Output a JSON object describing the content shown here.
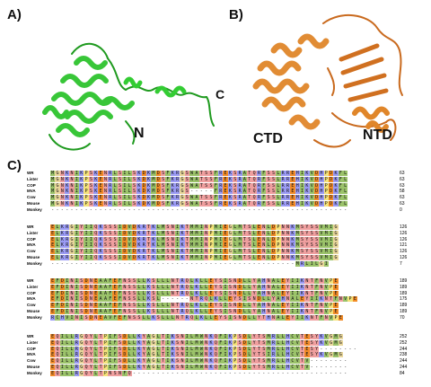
{
  "panels": {
    "a": {
      "letter": "A)",
      "labels": {
        "n": "N",
        "c": "C"
      }
    },
    "b": {
      "letter": "B)",
      "labels": {
        "ctd": "CTD",
        "ntd": "NTD"
      }
    },
    "c": {
      "letter": "C)"
    }
  },
  "colors": {
    "helix_a": "#33cc33",
    "helix_b": "#e0862a",
    "aa": {
      "hydrophobic": "#9bc36a",
      "polar": "#ef9f9f",
      "positive": "#9b9bf5",
      "negative": "#f28c28",
      "special": "#f4e27a",
      "gly": "#e9d79c",
      "gap": "#ffffff"
    }
  },
  "alignment": {
    "blocks": [
      {
        "rows": [
          {
            "name": "WR",
            "seq": "MGNKNIKPSKENRLSILSKDKMDSFKRGSWATSSFREKSRATQRFSSLRREHIKVDHPDKFL",
            "end": "63"
          },
          {
            "name": "Lister",
            "seq": "MGNKNIKPSKENRLSILSKDKMDSFKRGSWATSSFREKSRATQRFSSLRREHIKVDHPDKFL",
            "end": "63"
          },
          {
            "name": "COP",
            "seq": "MGNKNIKPSKENRLSILSKDKMDSFKRGSWATSSFREKSRATQRFSSLRREHIKVDHPDKFL",
            "end": "63"
          },
          {
            "name": "MVA",
            "seq": "MGNKNIKPSKENRLSILSKDKMDSFKRGS-----FREKSRATQRFSSLRREHIKVDHPDKFL",
            "end": "58"
          },
          {
            "name": "Cow",
            "seq": "MGNKNIKPSKENRLSILSKDKMDSFKRGSWATSSFREKSRATQRFSSLRREHIKVDHPDKFL",
            "end": "63"
          },
          {
            "name": "Mouse",
            "seq": "MGNKNIKPSKENRLSILSKDKMDSFKRGSWATSSFREKSRATQRFSSLRREHIKVDHPDKFL",
            "end": "63"
          },
          {
            "name": "Monkey",
            "seq": "--------------------------------------------------------------",
            "end": "0"
          }
        ]
      },
      {
        "rows": [
          {
            "name": "WR",
            "seq": "ELKRGIYIIQKSSSIDVDKRTKLMSNIKTMMINPMIEGLMTSLENLDPNNKMSYSSVMIG",
            "end": "126"
          },
          {
            "name": "Lister",
            "seq": "ELKRGIYIIQKSSSIDVDKRTKLMSNIKTMMINPMIEGLMTSLENLDPNNKMSYSSVMIG",
            "end": "126"
          },
          {
            "name": "COP",
            "seq": "ELKRGIYIIQKSSSIDVDKRTKLMSNIKTMMINPMIEGLMTSLENLDPNNKMSYSSVMIG",
            "end": "126"
          },
          {
            "name": "MVA",
            "seq": "ELKRGIYIIQKSSSIDVDKRTKLMSNIKTMMINPMIEGLMTSLENLDPNNKMSYSSVMIG",
            "end": "121"
          },
          {
            "name": "Cow",
            "seq": "ELKRGIYIIQKSSSIDVDKRTKLMSNIKTMMINPMIEGLMTSLENLDPNNKMSYSSVMIG",
            "end": "126"
          },
          {
            "name": "Mouse",
            "seq": "ELKRGIYIIQKSSSIDVDKRTKLMSNIKTMMINPMIEGLMTSLENLDPNNKMSYSSVMIG",
            "end": "126"
          },
          {
            "name": "Monkey",
            "seq": "---------------------------------------------------MRLILGI",
            "end": "7"
          }
        ]
      },
      {
        "rows": [
          {
            "name": "WR",
            "seq": "EFDINISDNEAAFEFNSSLLKSLLLNTRQLKLLEYSISNDLLYAHNALEYIIKNTFNVPE",
            "end": "189"
          },
          {
            "name": "Lister",
            "seq": "EFDINISDNEAAFEFNSSLLKSLLLNTRQLKLLEYSISNDLLYAHNALEYIIKNTFNVPE",
            "end": "189"
          },
          {
            "name": "COP",
            "seq": "EFDINISDNEAAFEFNSSLLKSLLLNTRQLKLLEYSISNDLLYAHNALEYIIKNTFNVPE",
            "end": "189"
          },
          {
            "name": "MVA",
            "seq": "EFDINISDNEAAFEFNSSLLKSL------NTRQLKLLEYSISNDLLYAHNALEYIIKNTFNVPE",
            "end": "175"
          },
          {
            "name": "Cow",
            "seq": "EFDINISDNEAAFEFNSSLLKSLLLNTRQLKLLEYSISNDLLYAHNALEYIIKNTFNVPE",
            "end": "189"
          },
          {
            "name": "Mouse",
            "seq": "EFDINISDNEAAFEFNSSLLKSLLLNTRQLKLLEYSISNDLLYAHNALEYIIKNTFNVPE",
            "end": "189"
          },
          {
            "name": "Monkey",
            "seq": "RCHVINISDNEAVFEFNSSLLKSLLLNTRQLKLLEYSISNDLLYTHNALEYIIKNTFNVPE",
            "end": "70"
          }
        ]
      },
      {
        "rows": [
          {
            "name": "WR",
            "seq": "EQILLRGQYLTPIFSDLLKYAGLTIKSNILMWNKQFIKPSDLYTSMRLLHCVTESYKVGMG",
            "end": "252"
          },
          {
            "name": "Lister",
            "seq": "EQILLRGQYLTPIFSDLLKYAGLTIKSNILMWNKQFIKPSDLYTSMRLLHCVTESYKVGMG",
            "end": "252"
          },
          {
            "name": "COP",
            "seq": "EQILLRGQYLTPIFSDLLKYAGLTIKSNILMWNKQFIKPSDLYTSMRLLHCVTESY--------",
            "end": "244"
          },
          {
            "name": "MVA",
            "seq": "EQILLRGQYLTPIFSDLLKYAGLTIKSNILMWNKQFIKPSDLYTSIRLLHCVTESYKVGMG",
            "end": "238"
          },
          {
            "name": "Cow",
            "seq": "EQILLRGQYLTPIFSDLLKYAGLTIKSNILMWNKQFIKPSDLYTSMRLLHCVTV--------",
            "end": "244"
          },
          {
            "name": "Mouse",
            "seq": "EQILLRGQYLTPIFSDLLKYAGLTIKSNILMWNKQFIKPSDLYTSMRLLHCVTV--------",
            "end": "244"
          },
          {
            "name": "Monkey",
            "seq": "EQILLRGQYLTPNSNFQ---------------------------------------------",
            "end": "84"
          }
        ]
      }
    ]
  }
}
